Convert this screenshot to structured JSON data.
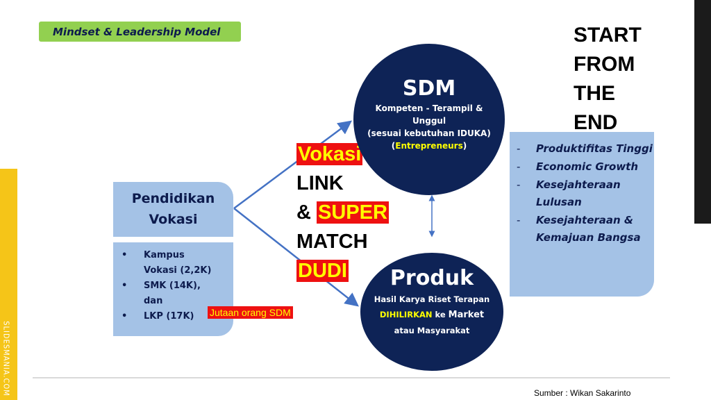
{
  "title": "Mindset & Leadership Model",
  "start_from_end": [
    "START",
    "FROM",
    "THE",
    "END"
  ],
  "pendidikan": {
    "line1": "Pendidikan",
    "line2": "Vokasi"
  },
  "institutions": [
    {
      "line1": "Kampus",
      "line2": "Vokasi (2,2K)"
    },
    {
      "line1": "SMK (14K),",
      "line2": "dan"
    },
    {
      "line1": "LKP (17K)",
      "line2": ""
    }
  ],
  "bullet": "•",
  "jutaan": "Jutaan orang SDM",
  "middle": {
    "vokasi": "Vokasi",
    "link": "LINK",
    "amp": "&",
    "super": "SUPER",
    "match": "MATCH",
    "dudi": "DUDI"
  },
  "sdm": {
    "title": "SDM",
    "line1": "Kompeten - Terampil &",
    "line2": "Unggul",
    "line3": "(sesuai kebutuhan IDUKA)",
    "line4_pre": "(",
    "line4_hl": "Entrepreneurs",
    "line4_post": ")"
  },
  "produk": {
    "title": "Produk",
    "line1": "Hasil Karya Riset Terapan",
    "line2_hl": "DIHILIRKAN",
    "line2_mid": " ke ",
    "line2_post": "Market",
    "line3": "atau Masyarakat"
  },
  "outcomes": {
    "dash": "-",
    "items": [
      "Produktifitas Tinggi",
      "Economic Growth",
      "Kesejahteraan Lulusan",
      "Kesejahteraan & Kemajuan Bangsa"
    ]
  },
  "source": "Sumber : Wikan Sakarinto",
  "watermark": "SLIDESMANIA.COM",
  "colors": {
    "circle": "#0e2356",
    "box": "#a4c2e6",
    "tag": "#92d050",
    "highlight_red": "#ee1111",
    "highlight_yellow": "#ffff00",
    "arrow": "#4472c4"
  }
}
